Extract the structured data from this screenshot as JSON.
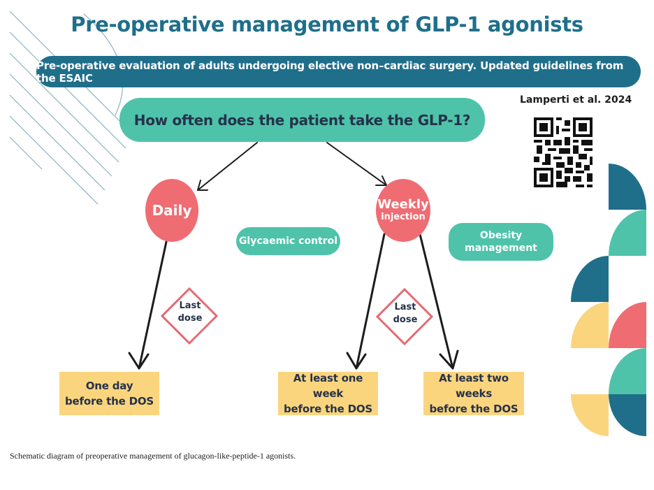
{
  "title": "Pre-operative management of GLP-1 agonists",
  "banner": "Pre-operative evaluation of adults undergoing elective non–cardiac surgery. Updated guidelines from the ESAIC",
  "question": "How often does the patient take the GLP-1?",
  "citation": "Lamperti et al. 2024",
  "daily": {
    "label": "Daily"
  },
  "weekly": {
    "label": "Weekly",
    "sublabel": "injection"
  },
  "glycaemic": "Glycaemic control",
  "obesity": {
    "line1": "Obesity",
    "line2": "management"
  },
  "last_dose": {
    "line1": "Last",
    "line2": "dose"
  },
  "outcomes": [
    {
      "line1": "One day",
      "line2": "before the DOS"
    },
    {
      "line1": "At least one week",
      "line2": "before the DOS"
    },
    {
      "line1": "At least two weeks",
      "line2": "before the DOS"
    }
  ],
  "caption": "Schematic diagram of preoperative management of glucagon-like-peptide-1 agonists.",
  "qr_code": "qr-code-icon",
  "colors": {
    "dark_teal": "#1f6f8b",
    "mint": "#4ec3aa",
    "coral": "#ef6c73",
    "yellow": "#fbd57e",
    "dark_text": "#25324a"
  }
}
